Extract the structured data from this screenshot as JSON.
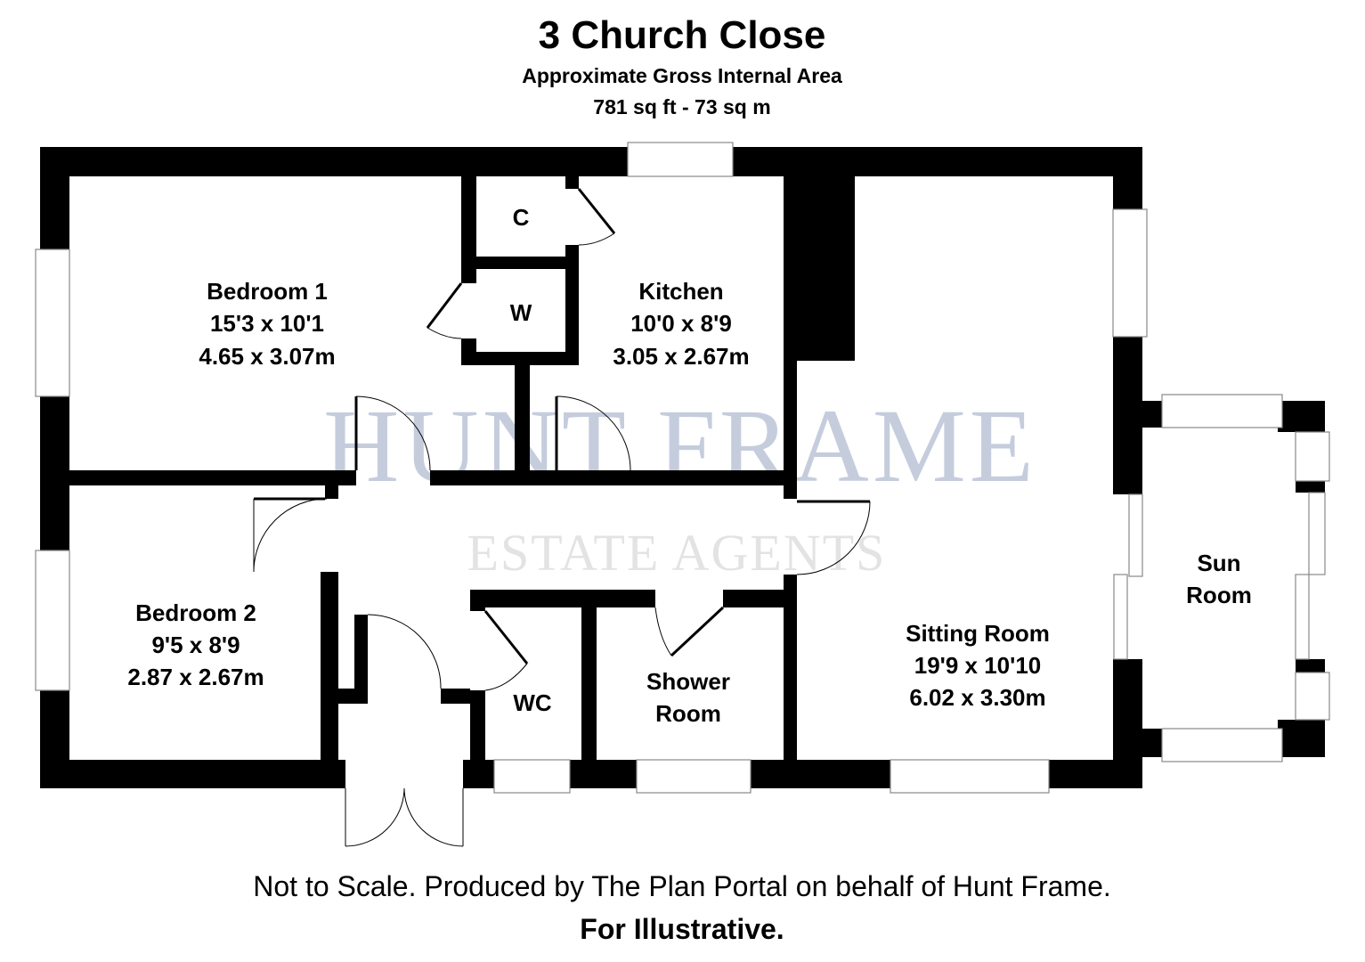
{
  "header": {
    "title": "3 Church Close",
    "subtitle": "Approximate Gross Internal Area",
    "area": "781 sq ft - 73 sq m"
  },
  "watermark": {
    "line1": "HUNT FRAME",
    "line2": "ESTATE AGENTS"
  },
  "rooms": {
    "bedroom1": {
      "name": "Bedroom 1",
      "imperial": "15'3 x 10'1",
      "metric": "4.65 x 3.07m"
    },
    "kitchen": {
      "name": "Kitchen",
      "imperial": "10'0 x 8'9",
      "metric": "3.05 x 2.67m"
    },
    "cupboard": {
      "name": "C"
    },
    "wardrobe": {
      "name": "W"
    },
    "sitting": {
      "name": "Sitting Room",
      "imperial": "19'9 x 10'10",
      "metric": "6.02 x 3.30m"
    },
    "bedroom2": {
      "name": "Bedroom 2",
      "imperial": "9'5 x 8'9",
      "metric": "2.87 x 2.67m"
    },
    "wc": {
      "name": "WC"
    },
    "shower": {
      "line1": "Shower",
      "line2": "Room"
    },
    "sun": {
      "line1": "Sun",
      "line2": "Room"
    }
  },
  "footer": {
    "disclaimer": "Not to Scale. Produced by The Plan Portal on behalf of Hunt Frame.",
    "note": "For Illustrative."
  }
}
